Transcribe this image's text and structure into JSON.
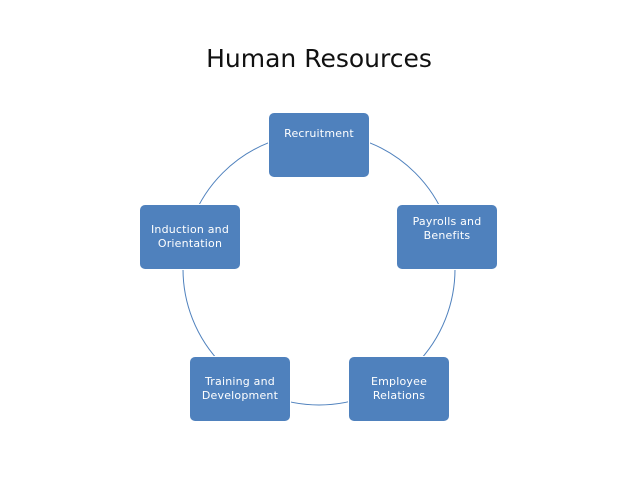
{
  "title": "Human Resources",
  "colors": {
    "node_fill": "#4f81bd",
    "node_text": "#ffffff",
    "connector": "#4f81bd",
    "title_text": "#111111"
  },
  "nodes": [
    {
      "label": "Recruitment"
    },
    {
      "label": "Payrolls and\nBenefits"
    },
    {
      "label": "Employee\nRelations"
    },
    {
      "label": "Training and\nDevelopment"
    },
    {
      "label": "Induction and\nOrientation"
    }
  ]
}
